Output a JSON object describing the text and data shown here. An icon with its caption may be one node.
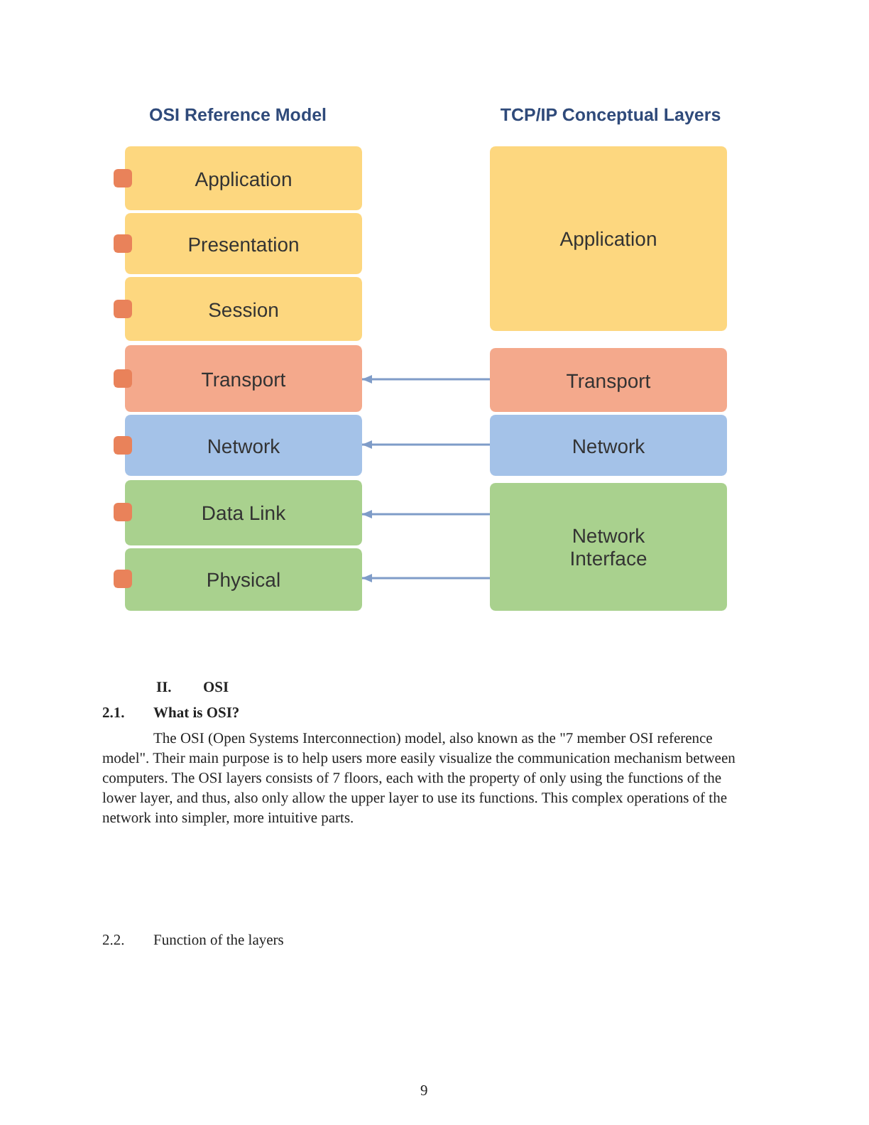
{
  "diagram": {
    "nodes": [
      {
        "text": [
          "Application"
        ]
      },
      {
        "text": [
          "Presentation"
        ]
      },
      {
        "text": [
          "Session"
        ]
      },
      {
        "text": [
          "Transport"
        ]
      },
      {
        "text": [
          "Network"
        ]
      },
      {
        "text": [
          "Data Link"
        ]
      },
      {
        "text": [
          "Physical"
        ]
      },
      {
        "text": [
          "Application"
        ]
      },
      {
        "text": [
          "Transport"
        ]
      },
      {
        "text": [
          "Network"
        ]
      },
      {
        "text": [
          "Network Interface"
        ]
      }
    ],
    "edges": [
      {
        "from": 8,
        "to": 3,
        "arrow": "to"
      },
      {
        "from": 9,
        "to": 4,
        "arrow": "to"
      },
      {
        "from": 10,
        "to": 5,
        "arrow": "to"
      },
      {
        "from": 10,
        "to": 6,
        "arrow": "to"
      }
    ],
    "labels": [
      "OSI Reference Model",
      "TCP/IP Conceptual Layers",
      "II.",
      "OSI",
      "2.1.",
      "What is OSI?",
      "The OSI (Open Systems Interconnection) model, also known as the \"7 member OSI reference model\". Their main purpose is to help users more easily visualize the communication mechanism between computers. The OSI layers consists of 7 floors, each with the property of only using the functions of the lower layer, and thus, also only allow the upper layer to use its functions. This complex operations of the network into simpler, more intuitive parts.",
      "2.2.",
      "Function of the layers",
      "9"
    ]
  }
}
